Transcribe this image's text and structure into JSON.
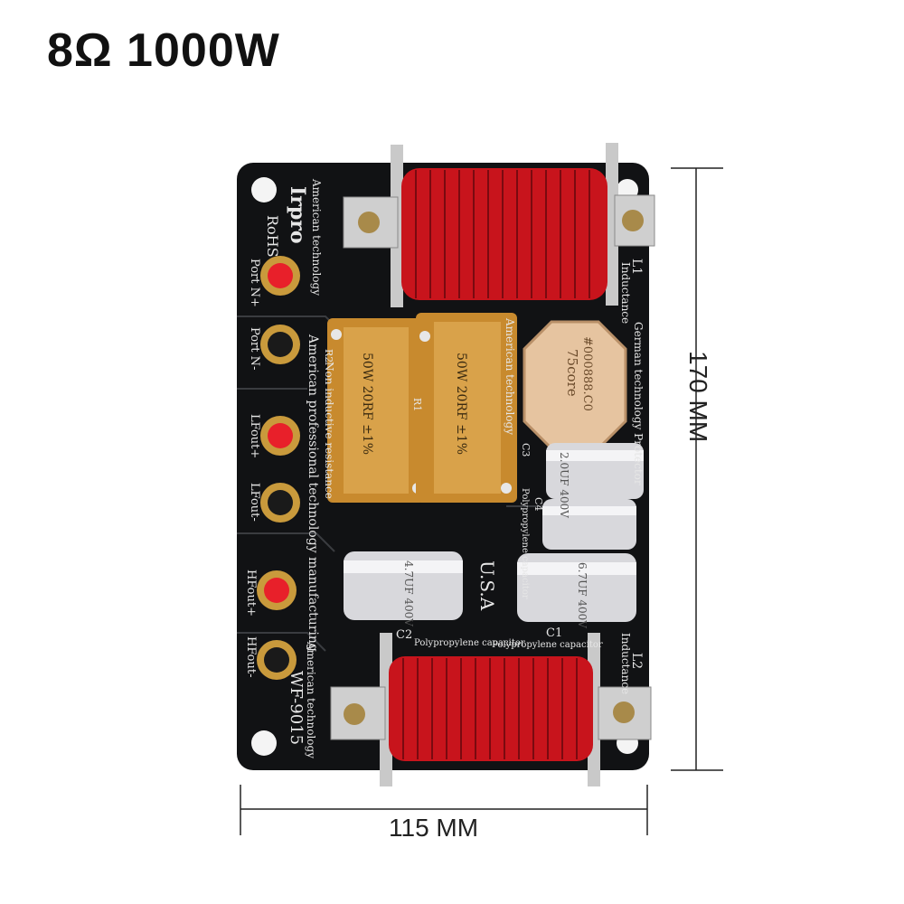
{
  "title": "8Ω 1000W",
  "dimensions": {
    "width_label": "115 MM",
    "height_label": "170 MM"
  },
  "board": {
    "brand": "Irpro",
    "rohs": "RoHS",
    "model": "WF-9015",
    "country": "U.S.A",
    "ports": [
      "Port N+",
      "Port N-",
      "LFout+",
      "LFout-",
      "HFout+",
      "HFout-"
    ],
    "resistors": [
      {
        "ref": "R2",
        "marking": "50W 20RF ±1%"
      },
      {
        "ref": "R1",
        "marking": "50W 20RF ±1%"
      }
    ],
    "protector": {
      "lines": [
        "75core",
        "#000888.C0"
      ]
    },
    "capacitors": [
      {
        "ref": "C1",
        "marking": "6.7UF 400V"
      },
      {
        "ref": "C2",
        "marking": "4.7UF 400V"
      },
      {
        "ref": "C3",
        "marking": "2.0UF 400V"
      },
      {
        "ref": "C4",
        "marking": ""
      }
    ],
    "inductors": [
      "L1",
      "L2"
    ],
    "silkscreen": {
      "american_technology": "American technology",
      "resistance": "Non inductive resistance",
      "manufacturing": "American professional technology manufacturing",
      "polypropylene": "Polypropylene capacitor",
      "inductance": "Inductance",
      "german_protector": "German technology Protector"
    },
    "colors": {
      "pcb": "#111214",
      "coil": "#c8141c",
      "resistor": "#c88a2e",
      "capacitor": "#d8d8dc",
      "terminal_red": "#e8202a",
      "terminal_gold": "#c99a3c"
    }
  }
}
